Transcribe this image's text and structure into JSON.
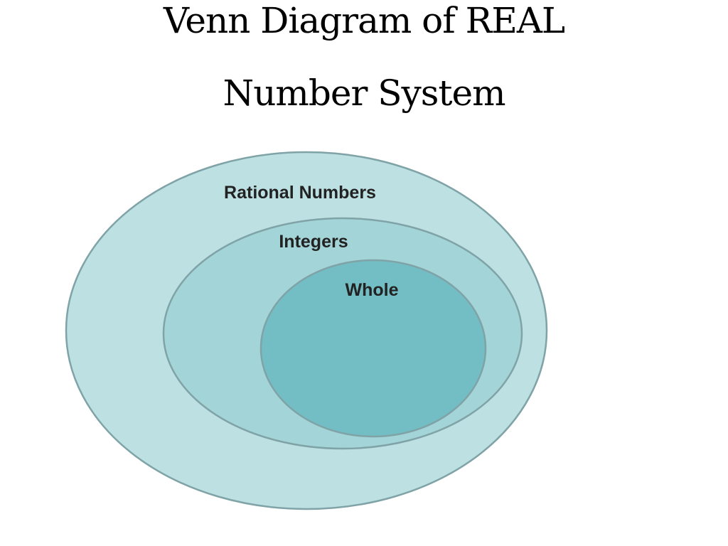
{
  "title": {
    "line1": "Venn Diagram of REAL",
    "line2": "Number System"
  },
  "sets": {
    "rational": {
      "label": "Rational Numbers",
      "fill": "#bde0e3",
      "stroke": "#7fa3a6"
    },
    "integers": {
      "label": "Integers",
      "fill": "#a3d4d7",
      "stroke": "#7fa3a6"
    },
    "whole": {
      "label": "Whole",
      "fill": "#72bec4",
      "stroke": "#7fa3a6"
    }
  }
}
